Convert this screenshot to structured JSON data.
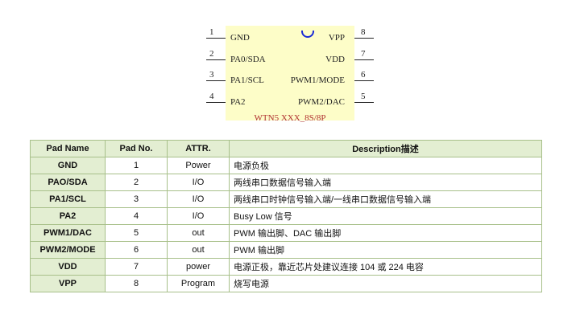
{
  "chip": {
    "part_label": "WTN5 XXX_8S/8P",
    "left_pins": [
      {
        "number": "1",
        "label": "GND"
      },
      {
        "number": "2",
        "label": "PA0/SDA"
      },
      {
        "number": "3",
        "label": "PA1/SCL"
      },
      {
        "number": "4",
        "label": "PA2"
      }
    ],
    "right_pins": [
      {
        "number": "8",
        "label": "VPP"
      },
      {
        "number": "7",
        "label": "VDD"
      },
      {
        "number": "6",
        "label": "PWM1/MODE"
      },
      {
        "number": "5",
        "label": "PWM2/DAC"
      }
    ],
    "colors": {
      "body": "#fdfdc8",
      "notch": "#1a2bd6",
      "part_label": "#b03030"
    }
  },
  "table": {
    "headers": [
      "Pad Name",
      "Pad No.",
      "ATTR.",
      "Description描述"
    ],
    "rows": [
      {
        "name": "GND",
        "no": "1",
        "attr": "Power",
        "desc": "电源负极"
      },
      {
        "name": "PAO/SDA",
        "no": "2",
        "attr": "I/O",
        "desc": "两线串口数据信号输入端"
      },
      {
        "name": "PA1/SCL",
        "no": "3",
        "attr": "I/O",
        "desc": "两线串口时钟信号输入端/一线串口数据信号输入端"
      },
      {
        "name": "PA2",
        "no": "4",
        "attr": "I/O",
        "desc": "Busy Low 信号"
      },
      {
        "name": "PWM1/DAC",
        "no": "5",
        "attr": "out",
        "desc": "PWM 输出脚、DAC 输出脚"
      },
      {
        "name": "PWM2/MODE",
        "no": "6",
        "attr": "out",
        "desc": "PWM 输出脚"
      },
      {
        "name": "VDD",
        "no": "7",
        "attr": "power",
        "desc": "电源正极，靠近芯片处建议连接 104 或 224 电容"
      },
      {
        "name": "VPP",
        "no": "8",
        "attr": "Program",
        "desc": "烧写电源"
      }
    ],
    "colors": {
      "header_bg": "#e3eed2",
      "border": "#a8c08a"
    }
  }
}
